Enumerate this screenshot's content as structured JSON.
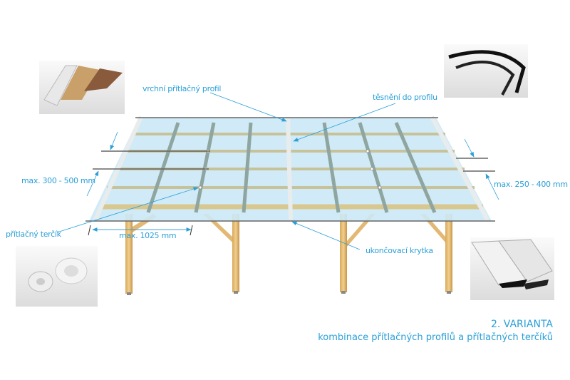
{
  "labels": {
    "top_profile": "vrchní přítlačný profil",
    "seal": "těsnění do profilu",
    "left_spacing": "max. 300 - 500 mm",
    "right_spacing": "max. 250 - 400 mm",
    "washer": "přítlačný terčík",
    "width": "max. 1025 mm",
    "end_cap": "ukončovací krytka"
  },
  "title": {
    "line1": "2. VARIANTA",
    "line2": "kombinace přítlačných profilů a přítlačných terčíků"
  },
  "colors": {
    "accent": "#2a9fd8",
    "glass": "#cbe9f6",
    "wood": "#e8c98a",
    "profile": "#9aa7a8"
  }
}
